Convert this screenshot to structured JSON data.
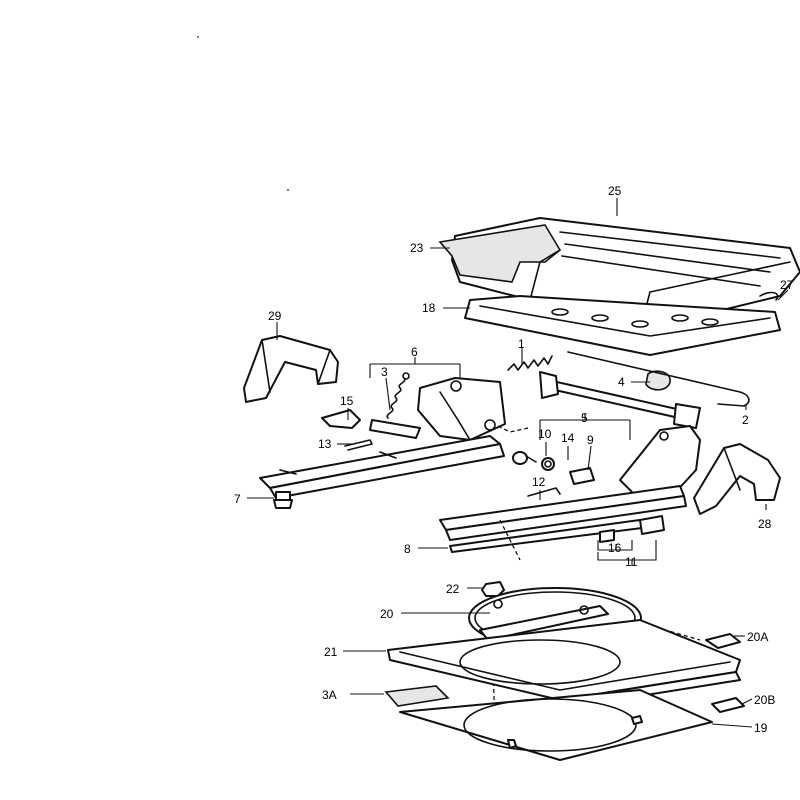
{
  "diagram": {
    "callouts": {
      "c25": "25",
      "c23": "23",
      "c27": "27",
      "c18": "18",
      "c29": "29",
      "c6": "6",
      "c1": "1",
      "c3": "3",
      "c4": "4",
      "c15": "15",
      "c2": "2",
      "c5": "5",
      "c10": "10",
      "c14": "14",
      "c9": "9",
      "c13": "13",
      "c7": "7",
      "c12": "12",
      "c28": "28",
      "c16": "16",
      "c8": "8",
      "c11": "11",
      "c22": "22",
      "c20": "20",
      "c20A": "20A",
      "c21": "21",
      "c3A": "3A",
      "c20B": "20B",
      "c19": "19"
    }
  }
}
